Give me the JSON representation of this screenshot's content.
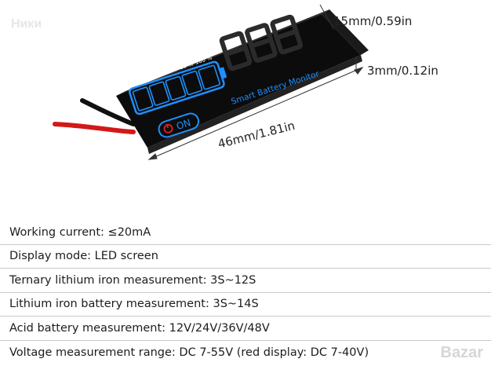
{
  "watermarks": {
    "top": "Ники",
    "bottom": "Bazar"
  },
  "dimensions": {
    "width": "15mm/0.59in",
    "thickness": "3mm/0.12in",
    "length": "46mm/1.81in"
  },
  "device": {
    "label": "Smart Battery Monitor",
    "power_label": "ON",
    "display_digits": "888",
    "battery_levels": [
      "20 %",
      "40 %",
      "60 %",
      "80 %",
      "100 %"
    ],
    "colors": {
      "body": "#141414",
      "accent": "#1e90ff",
      "power": "#e02020"
    }
  },
  "specs": [
    "Working current: ≤20mA",
    "Display mode: LED screen",
    "Ternary lithium iron measurement: 3S~12S",
    "Lithium iron battery measurement: 3S~14S",
    "Acid battery measurement: 12V/24V/36V/48V",
    "Voltage measurement range: DC 7-55V (red display: DC 7-40V)"
  ]
}
